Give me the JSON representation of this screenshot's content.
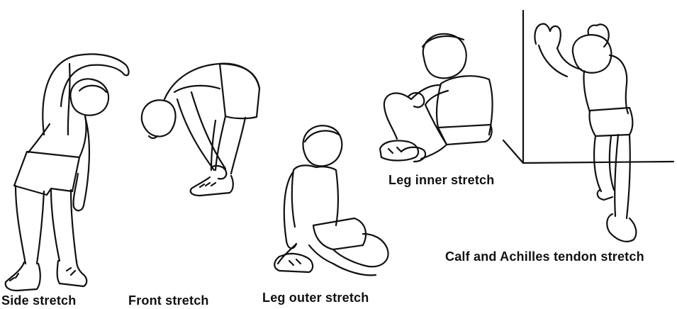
{
  "labels": {
    "side": "Side stretch",
    "front": "Front stretch",
    "leg_outer": "Leg outer stretch",
    "leg_inner": "Leg inner stretch",
    "calf": "Calf and Achilles tendon stretch"
  }
}
